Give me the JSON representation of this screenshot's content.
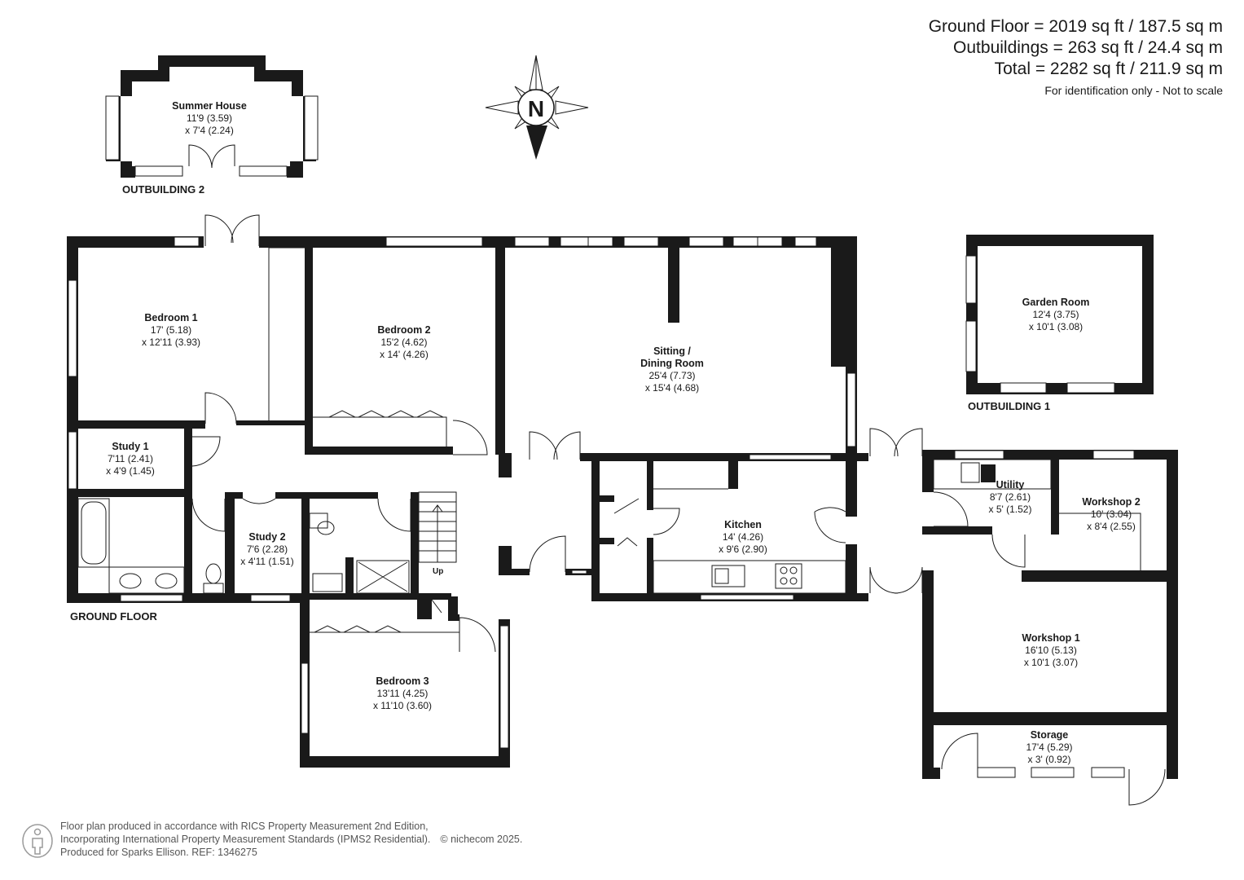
{
  "areas": {
    "ground_floor": "Ground Floor = 2019 sq ft / 187.5 sq m",
    "outbuildings": "Outbuildings = 263 sq ft / 24.4 sq m",
    "total": "Total = 2282 sq ft / 211.9 sq m",
    "note": "For identification only - Not to scale"
  },
  "compass": {
    "letter": "N"
  },
  "labels": {
    "outbuilding_2": "OUTBUILDING 2",
    "outbuilding_1": "OUTBUILDING 1",
    "ground_floor": "GROUND FLOOR",
    "stairs_up": "Up"
  },
  "rooms": {
    "summer_house": {
      "name": "Summer House",
      "dim1": "11'9 (3.59)",
      "dim2": "x 7'4 (2.24)"
    },
    "garden_room": {
      "name": "Garden Room",
      "dim1": "12'4 (3.75)",
      "dim2": "x 10'1 (3.08)"
    },
    "bedroom_1": {
      "name": "Bedroom 1",
      "dim1": "17' (5.18)",
      "dim2": "x 12'11 (3.93)"
    },
    "bedroom_2": {
      "name": "Bedroom 2",
      "dim1": "15'2 (4.62)",
      "dim2": "x 14' (4.26)"
    },
    "sitting": {
      "name1": "Sitting /",
      "name2": "Dining Room",
      "dim1": "25'4 (7.73)",
      "dim2": "x 15'4 (4.68)"
    },
    "study_1": {
      "name": "Study 1",
      "dim1": "7'11 (2.41)",
      "dim2": "x 4'9 (1.45)"
    },
    "study_2": {
      "name": "Study 2",
      "dim1": "7'6 (2.28)",
      "dim2": "x 4'11 (1.51)"
    },
    "kitchen": {
      "name": "Kitchen",
      "dim1": "14' (4.26)",
      "dim2": "x 9'6 (2.90)"
    },
    "utility": {
      "name": "Utility",
      "dim1": "8'7 (2.61)",
      "dim2": "x 5' (1.52)"
    },
    "workshop_2": {
      "name": "Workshop 2",
      "dim1": "10' (3.04)",
      "dim2": "x 8'4 (2.55)"
    },
    "workshop_1": {
      "name": "Workshop 1",
      "dim1": "16'10 (5.13)",
      "dim2": "x 10'1 (3.07)"
    },
    "bedroom_3": {
      "name": "Bedroom 3",
      "dim1": "13'11 (4.25)",
      "dim2": "x 11'10 (3.60)"
    },
    "storage": {
      "name": "Storage",
      "dim1": "17'4 (5.29)",
      "dim2": "x 3' (0.92)"
    }
  },
  "footer": {
    "line1": "Floor plan produced in accordance with RICS Property Measurement 2nd Edition,",
    "line2": "Incorporating International Property Measurement Standards (IPMS2 Residential).",
    "copyright": "© nichecom 2025.",
    "line3": "Produced for Sparks Ellison.   REF: 1346275"
  },
  "colors": {
    "wall": "#1a1a1a",
    "window": "#ffffff",
    "line": "#333333"
  }
}
